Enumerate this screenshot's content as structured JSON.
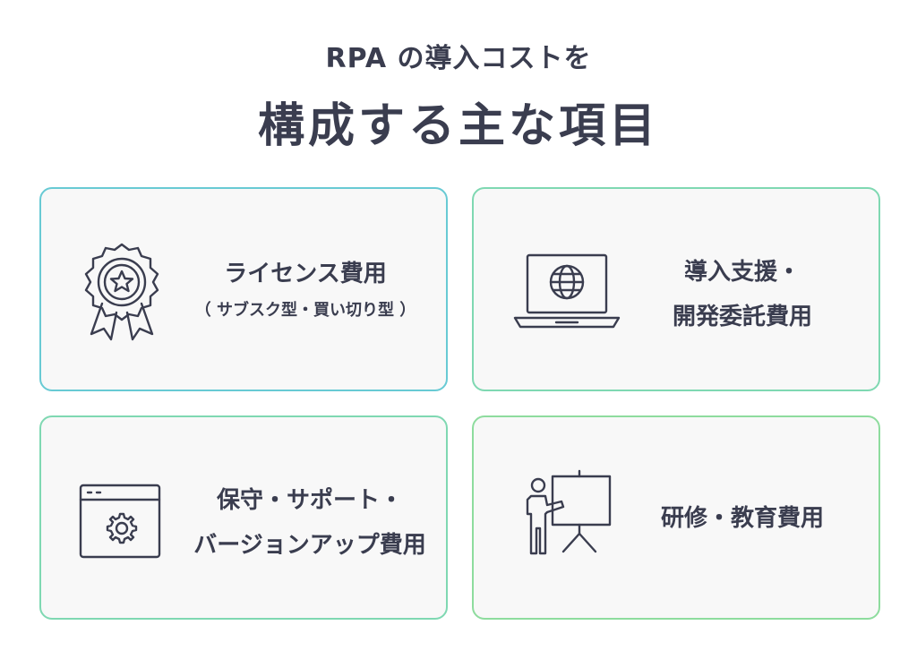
{
  "header": {
    "title_line1": "RPA の導入コストを",
    "title_line2": "構成する主な項目"
  },
  "cards": {
    "license": {
      "icon": "award-badge-icon",
      "line1": "ライセンス費用",
      "sub": "（ サブスク型・買い切り型 ）"
    },
    "support": {
      "icon": "laptop-globe-icon",
      "line1": "導入支援・",
      "line2": "開発委託費用"
    },
    "maintenance": {
      "icon": "browser-gear-icon",
      "line1": "保守・サポート・",
      "line2": "バージョンアップ費用"
    },
    "training": {
      "icon": "presenter-board-icon",
      "line1": "研修・教育費用"
    }
  },
  "colors": {
    "text": "#3a3d4f",
    "card_bg": "#f8f8f8",
    "border_teal": "#68cad4",
    "border_green": "#7fd8b2",
    "border_lightgreen": "#8edc9e"
  }
}
